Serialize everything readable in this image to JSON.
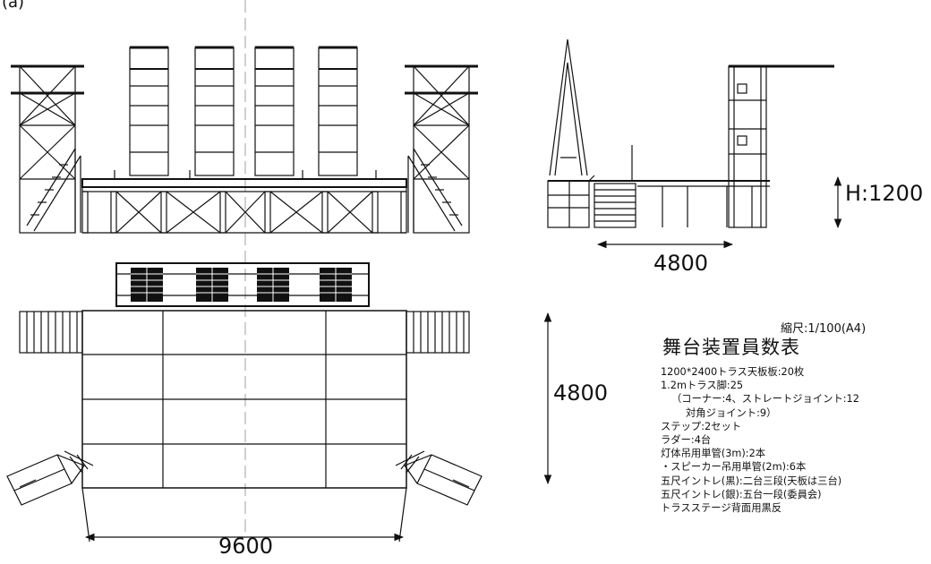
{
  "figure_label": "(a)",
  "dimensions": {
    "plan_width": "9600",
    "side_width": "4800",
    "plan_depth": "4800",
    "height": "H:1200"
  },
  "legend": {
    "scale": "縮尺:1/100(A4)",
    "title": "舞台装置員数表",
    "items": [
      "1200*2400トラス天板板:20枚",
      "1.2mトラス脚:25",
      "（コーナー:4、ストレートジョイント:12",
      "対角ジョイント:9）",
      "ステップ:2セット",
      "ラダー:4台",
      "灯体吊用単管(3m):2本",
      "・スピーカー吊用単管(2m):6本",
      "五尺イントレ(黒):二台三段(天板は三台)",
      "五尺イントレ(銀):五台一段(委員会)",
      "トラスステージ背面用黒反"
    ]
  }
}
